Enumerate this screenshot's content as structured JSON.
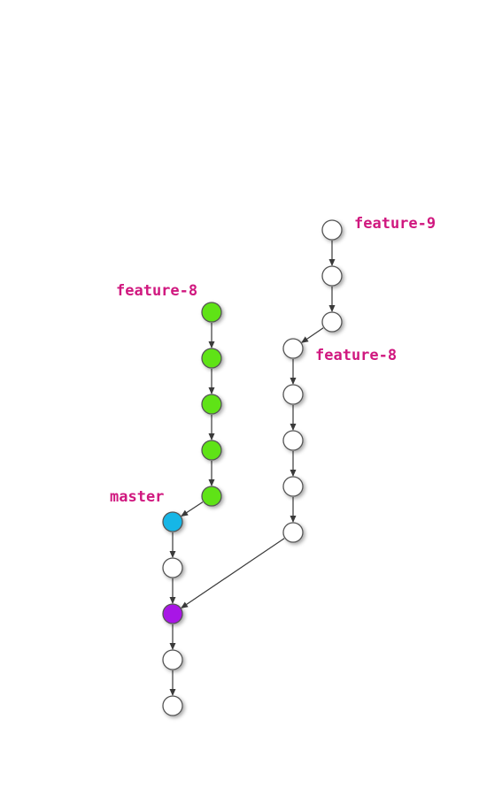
{
  "colors": {
    "label": "#d0187f",
    "edge": "#3a3a3a",
    "node_stroke": "#555555",
    "node_default": "#ffffff",
    "feature": "#5fe319",
    "master": "#19b6e6",
    "merge": "#a817e6"
  },
  "labels": {
    "feature_9": "feature-9",
    "feature_8_left": "feature-8",
    "feature_8_right": "feature-8",
    "master": "master"
  },
  "nodes": [
    {
      "id": "r1",
      "fill": "default"
    },
    {
      "id": "r2",
      "fill": "default"
    },
    {
      "id": "r3",
      "fill": "default"
    },
    {
      "id": "r4",
      "fill": "default"
    },
    {
      "id": "r5",
      "fill": "default"
    },
    {
      "id": "r6",
      "fill": "default"
    },
    {
      "id": "r7",
      "fill": "default"
    },
    {
      "id": "r8",
      "fill": "default"
    },
    {
      "id": "g1",
      "fill": "feature"
    },
    {
      "id": "g2",
      "fill": "feature"
    },
    {
      "id": "g3",
      "fill": "feature"
    },
    {
      "id": "g4",
      "fill": "feature"
    },
    {
      "id": "g5",
      "fill": "feature"
    },
    {
      "id": "b1",
      "fill": "master"
    },
    {
      "id": "m1",
      "fill": "default"
    },
    {
      "id": "p1",
      "fill": "merge"
    },
    {
      "id": "m2",
      "fill": "default"
    },
    {
      "id": "m3",
      "fill": "default"
    }
  ],
  "edges": [
    [
      "r1",
      "r2"
    ],
    [
      "r2",
      "r3"
    ],
    [
      "r3",
      "r4"
    ],
    [
      "r4",
      "r5"
    ],
    [
      "r5",
      "r6"
    ],
    [
      "r6",
      "r7"
    ],
    [
      "r7",
      "r8"
    ],
    [
      "r8",
      "p1"
    ],
    [
      "g1",
      "g2"
    ],
    [
      "g2",
      "g3"
    ],
    [
      "g3",
      "g4"
    ],
    [
      "g4",
      "g5"
    ],
    [
      "g5",
      "b1"
    ],
    [
      "b1",
      "m1"
    ],
    [
      "m1",
      "p1"
    ],
    [
      "p1",
      "m2"
    ],
    [
      "m2",
      "m3"
    ]
  ]
}
